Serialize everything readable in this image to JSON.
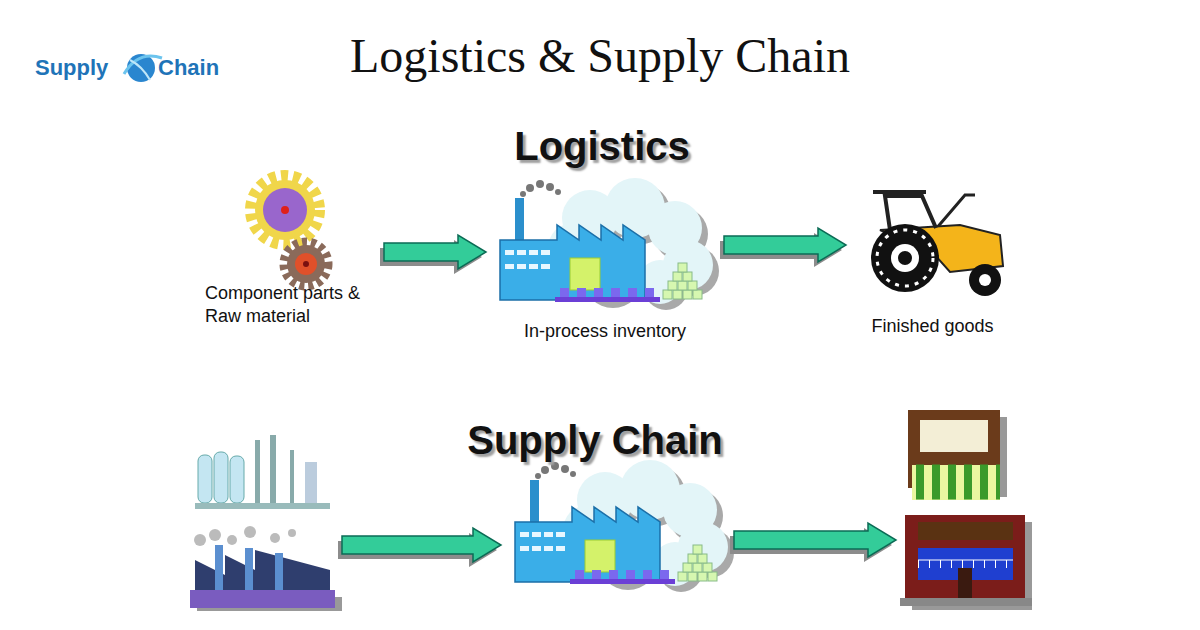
{
  "diagram": {
    "title": "Logistics & Supply Chain",
    "nodes": [
      {
        "text": [
          "Component parts & Raw material"
        ]
      },
      {
        "text": [
          "In-process inventory"
        ]
      },
      {
        "text": [
          "Finished goods"
        ]
      },
      {
        "text": []
      },
      {
        "text": []
      },
      {
        "text": []
      }
    ],
    "edges": [
      {
        "from": 0,
        "to": 1,
        "arrow": "to"
      },
      {
        "from": 1,
        "to": 2,
        "arrow": "to"
      },
      {
        "from": 3,
        "to": 4,
        "arrow": "to"
      },
      {
        "from": 4,
        "to": 5,
        "arrow": "to"
      }
    ],
    "labels": [
      "Supply",
      "Chain",
      "Logistics",
      "Supply Chain"
    ]
  }
}
